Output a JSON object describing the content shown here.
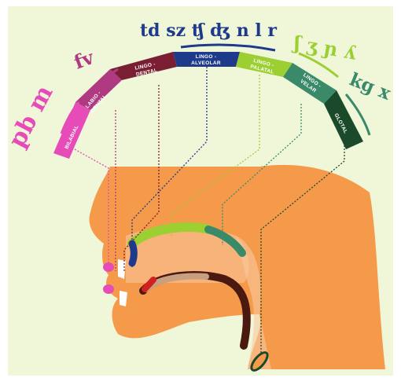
{
  "colors": {
    "background": "#f0f7d9",
    "skin": "#f59a4a",
    "skin_light": "#f7c9a0",
    "bilabial": "#e64bb8",
    "labiodental": "#b03a82",
    "lingodental": "#7a1f33",
    "alveolar": "#1e3a8a",
    "palatal": "#9ccf32",
    "velar": "#3a8a6a",
    "glotal": "#1a4a2a"
  },
  "groups": [
    {
      "id": "bilabial",
      "label": "BILABIAL",
      "symbols": "pb m"
    },
    {
      "id": "labiodental",
      "label_lines": [
        "LABIO -",
        "DENTAL"
      ],
      "symbols": "fv"
    },
    {
      "id": "lingodental",
      "label_lines": [
        "LINGO -",
        "DENTAL"
      ],
      "symbols": ""
    },
    {
      "id": "alveolar",
      "label_lines": [
        "LINGO -",
        "ALVEOLAR"
      ],
      "symbols": "td sz ʧ ʤ n l r"
    },
    {
      "id": "palatal",
      "label_lines": [
        "LINGO -",
        "PALATAL"
      ],
      "symbols": "ʃ ʒ ɲ ʎ"
    },
    {
      "id": "velar",
      "label_lines": [
        "LINGO -",
        "VELAR"
      ],
      "symbols": "kg x"
    },
    {
      "id": "glotal",
      "label": "GLOTAL",
      "symbols": ""
    }
  ]
}
